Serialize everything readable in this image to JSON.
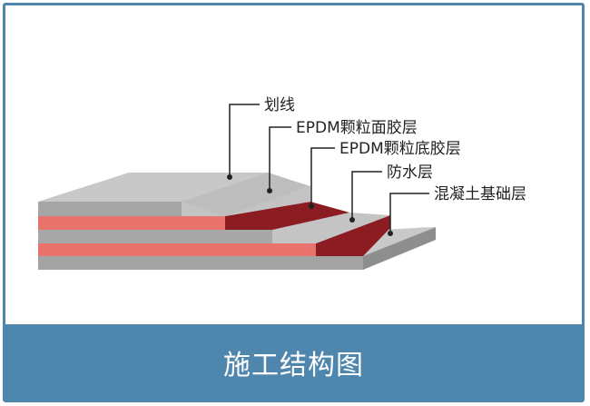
{
  "diagram": {
    "labels": {
      "marking": "划线",
      "top_granule_layer": "EPDM颗粒面胶层",
      "base_granule_layer": "EPDM颗粒底胶层",
      "waterproof_layer": "防水层",
      "concrete_base_layer": "混凝土基础层"
    },
    "colors": {
      "frame": "#4f86ad",
      "gray_top": "#c9c9c9",
      "gray_side": "#9d9d9d",
      "red_side": "#e8736d",
      "dark_red_top": "#8b1c22",
      "caption_text": "#ffffff"
    }
  },
  "caption": "施工结构图"
}
